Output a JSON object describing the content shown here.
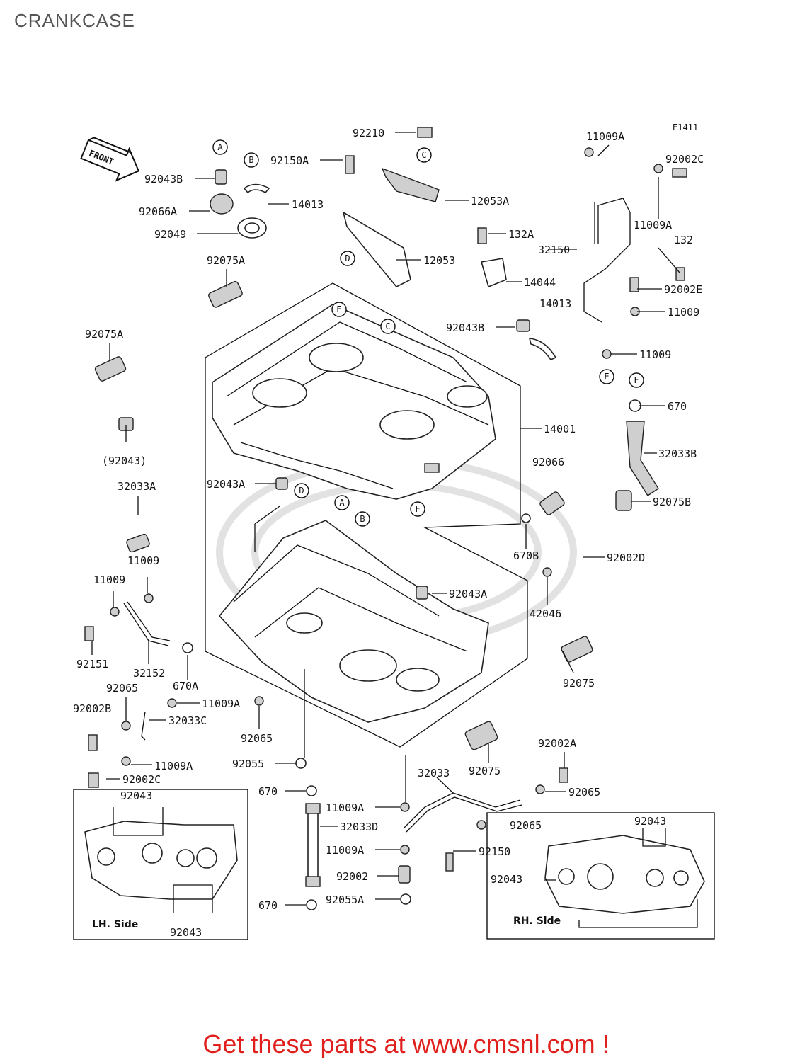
{
  "header": {
    "title": "CRANKCASE"
  },
  "diagram": {
    "code": "E1411",
    "front_label": "FRONT",
    "callouts": {
      "c1": "92210",
      "c2": "92150A",
      "c3": "92043B",
      "c4": "92066A",
      "c5": "92049",
      "c6": "14013",
      "c7": "12053A",
      "c8": "12053",
      "c9": "92075A",
      "c10": "132A",
      "c11": "14044",
      "c12": "11009A",
      "c13": "92002C",
      "c14": "11009A",
      "c15": "32150",
      "c16": "132",
      "c17": "92002E",
      "c18": "11009",
      "c19": "14013",
      "c20": "92043B",
      "c21": "11009",
      "c22": "92075A",
      "c23": "670",
      "c24": "14001",
      "c25": "(92043)",
      "c26": "32033B",
      "c27": "92066",
      "c28": "92075B",
      "c29": "32033A",
      "c30": "92043A",
      "c31": "670B",
      "c32": "92002D",
      "c33": "11009",
      "c34": "11009",
      "c35": "92043A",
      "c36": "42046",
      "c37": "92151",
      "c38": "32152",
      "c39": "670A",
      "c40": "92075",
      "c41": "92065",
      "c42": "92002B",
      "c43": "11009A",
      "c44": "32033C",
      "c45": "92065",
      "c46": "11009A",
      "c47": "92055",
      "c48": "92002A",
      "c49": "92002C",
      "c50": "92075",
      "c51": "32033",
      "c52": "670",
      "c53": "92065",
      "c54": "11009A",
      "c55": "32033D",
      "c56": "92065",
      "c57": "92150",
      "c58": "11009A",
      "c59": "92002",
      "c60": "92055A",
      "c61": "670"
    },
    "ref_letters": {
      "A1": "A",
      "B1": "B",
      "C1": "C",
      "D1": "D",
      "E1": "E",
      "C2": "C",
      "E2": "E",
      "F1": "F",
      "D2": "D",
      "A2": "A",
      "B2": "B",
      "F2": "F"
    },
    "lh_box": {
      "label": "LH. Side",
      "top": "92043",
      "bottom": "92043"
    },
    "rh_box": {
      "label": "RH. Side",
      "top": "92043",
      "left": "92043"
    }
  },
  "footer": {
    "promo": "Get these parts at www.cmsnl.com !"
  }
}
